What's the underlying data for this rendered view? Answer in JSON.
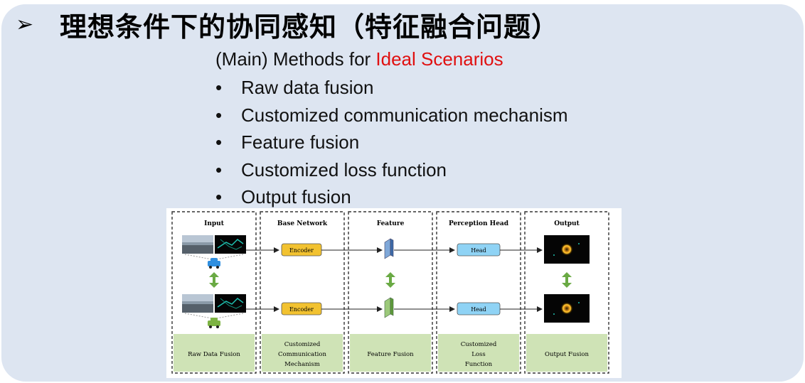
{
  "slide": {
    "title_marker": "➢",
    "title": "理想条件下的协同感知（特征融合问题）",
    "subhead_prefix": "(Main) Methods for ",
    "subhead_accent": "Ideal Scenarios",
    "bullet_marker": "•",
    "bullets": [
      "Raw data fusion",
      "Customized communication mechanism",
      "Feature fusion",
      "Customized loss function",
      "Output fusion"
    ]
  },
  "figure": {
    "columns": [
      {
        "header": "Input",
        "footer": [
          "Raw Data Fusion"
        ]
      },
      {
        "header": "Base Network",
        "footer": [
          "Customized",
          "Communication",
          "Mechanism"
        ]
      },
      {
        "header": "Feature",
        "footer": [
          "Feature Fusion"
        ]
      },
      {
        "header": "Perception Head",
        "footer": [
          "Customized",
          "Loss",
          "Function"
        ]
      },
      {
        "header": "Output",
        "footer": [
          "Output Fusion"
        ]
      }
    ],
    "encoder_label": "Encoder",
    "head_label": "Head"
  },
  "colors": {
    "panel": "#dde5f1",
    "accent_red": "#e01010",
    "encoder_fill": "#f2c230",
    "head_fill": "#8fd3f5",
    "footer_fill": "#cfe3b6",
    "arrow_green": "#6aaa44",
    "car_top": "#2f8fe0",
    "car_bottom": "#7cb342"
  }
}
